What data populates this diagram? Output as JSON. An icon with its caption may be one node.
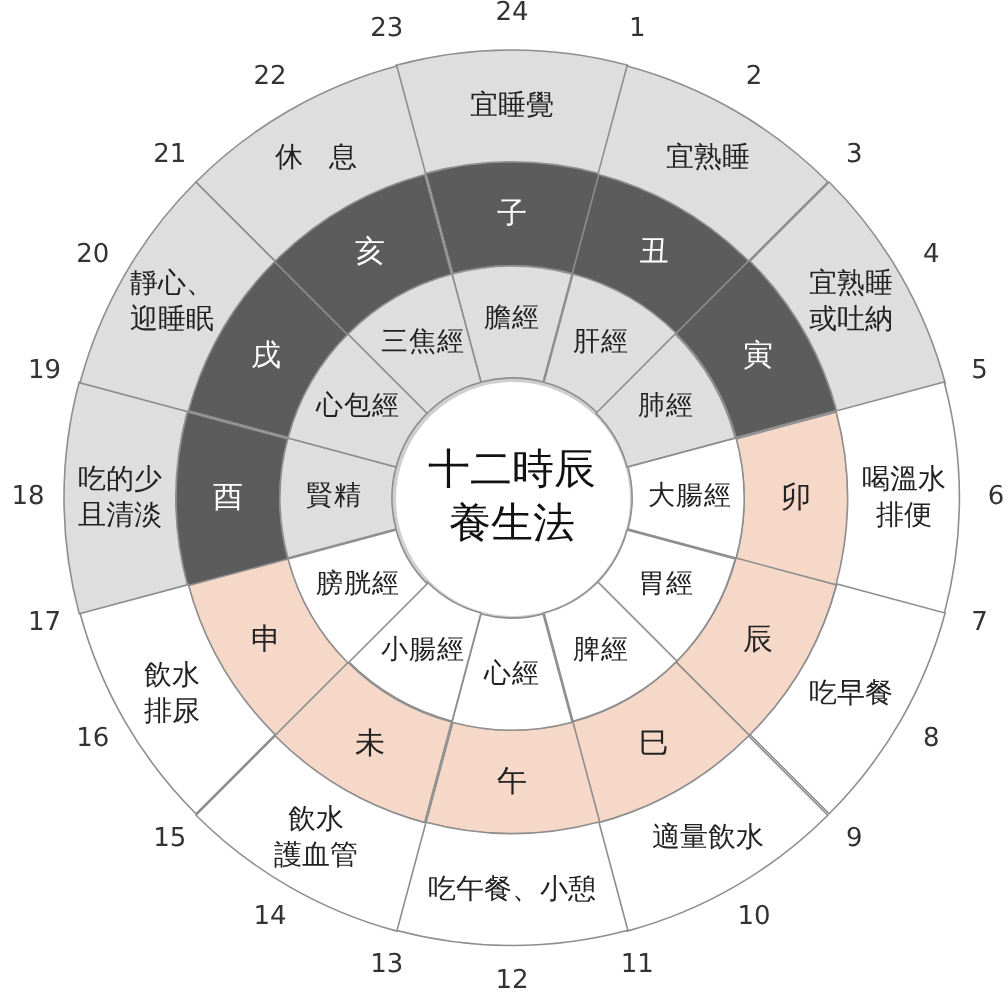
{
  "diagram": {
    "nodes": [
      {
        "text": [
          "十二時辰養生法"
        ]
      },
      {
        "text": [
          "子"
        ]
      },
      {
        "text": [
          "丑"
        ]
      },
      {
        "text": [
          "寅"
        ]
      },
      {
        "text": [
          "卯"
        ]
      },
      {
        "text": [
          "辰"
        ]
      },
      {
        "text": [
          "巳"
        ]
      },
      {
        "text": [
          "午"
        ]
      },
      {
        "text": [
          "未"
        ]
      },
      {
        "text": [
          "申"
        ]
      },
      {
        "text": [
          "酉"
        ]
      },
      {
        "text": [
          "戌"
        ]
      },
      {
        "text": [
          "亥"
        ]
      },
      {
        "text": [
          "膽經"
        ]
      },
      {
        "text": [
          "肝經"
        ]
      },
      {
        "text": [
          "肺經"
        ]
      },
      {
        "text": [
          "大腸經"
        ]
      },
      {
        "text": [
          "胃經"
        ]
      },
      {
        "text": [
          "脾經"
        ]
      },
      {
        "text": [
          "心經"
        ]
      },
      {
        "text": [
          "小腸經"
        ]
      },
      {
        "text": [
          "膀胱經"
        ]
      },
      {
        "text": [
          "賢精"
        ]
      },
      {
        "text": [
          "心包經"
        ]
      },
      {
        "text": [
          "三焦經"
        ]
      },
      {
        "text": [
          "宜睡覺"
        ]
      },
      {
        "text": [
          "宜熟睡"
        ]
      },
      {
        "text": [
          "宜熟睡或吐納"
        ]
      },
      {
        "text": [
          "喝溫水排便"
        ]
      },
      {
        "text": [
          "吃早餐"
        ]
      },
      {
        "text": [
          "適量飲水"
        ]
      },
      {
        "text": [
          "吃午餐、小憩"
        ]
      },
      {
        "text": [
          "飲水護血管"
        ]
      },
      {
        "text": [
          "飲水排尿"
        ]
      },
      {
        "text": [
          "吃的少且清淡"
        ]
      },
      {
        "text": [
          "靜心、迎睡眠"
        ]
      },
      {
        "text": [
          "休息"
        ]
      }
    ],
    "labels": [
      "1",
      "2",
      "3",
      "4",
      "5",
      "6",
      "7",
      "8",
      "9",
      "10",
      "11",
      "12",
      "13",
      "14",
      "15",
      "16",
      "17",
      "18",
      "19",
      "20",
      "21",
      "22",
      "23",
      "24"
    ]
  }
}
